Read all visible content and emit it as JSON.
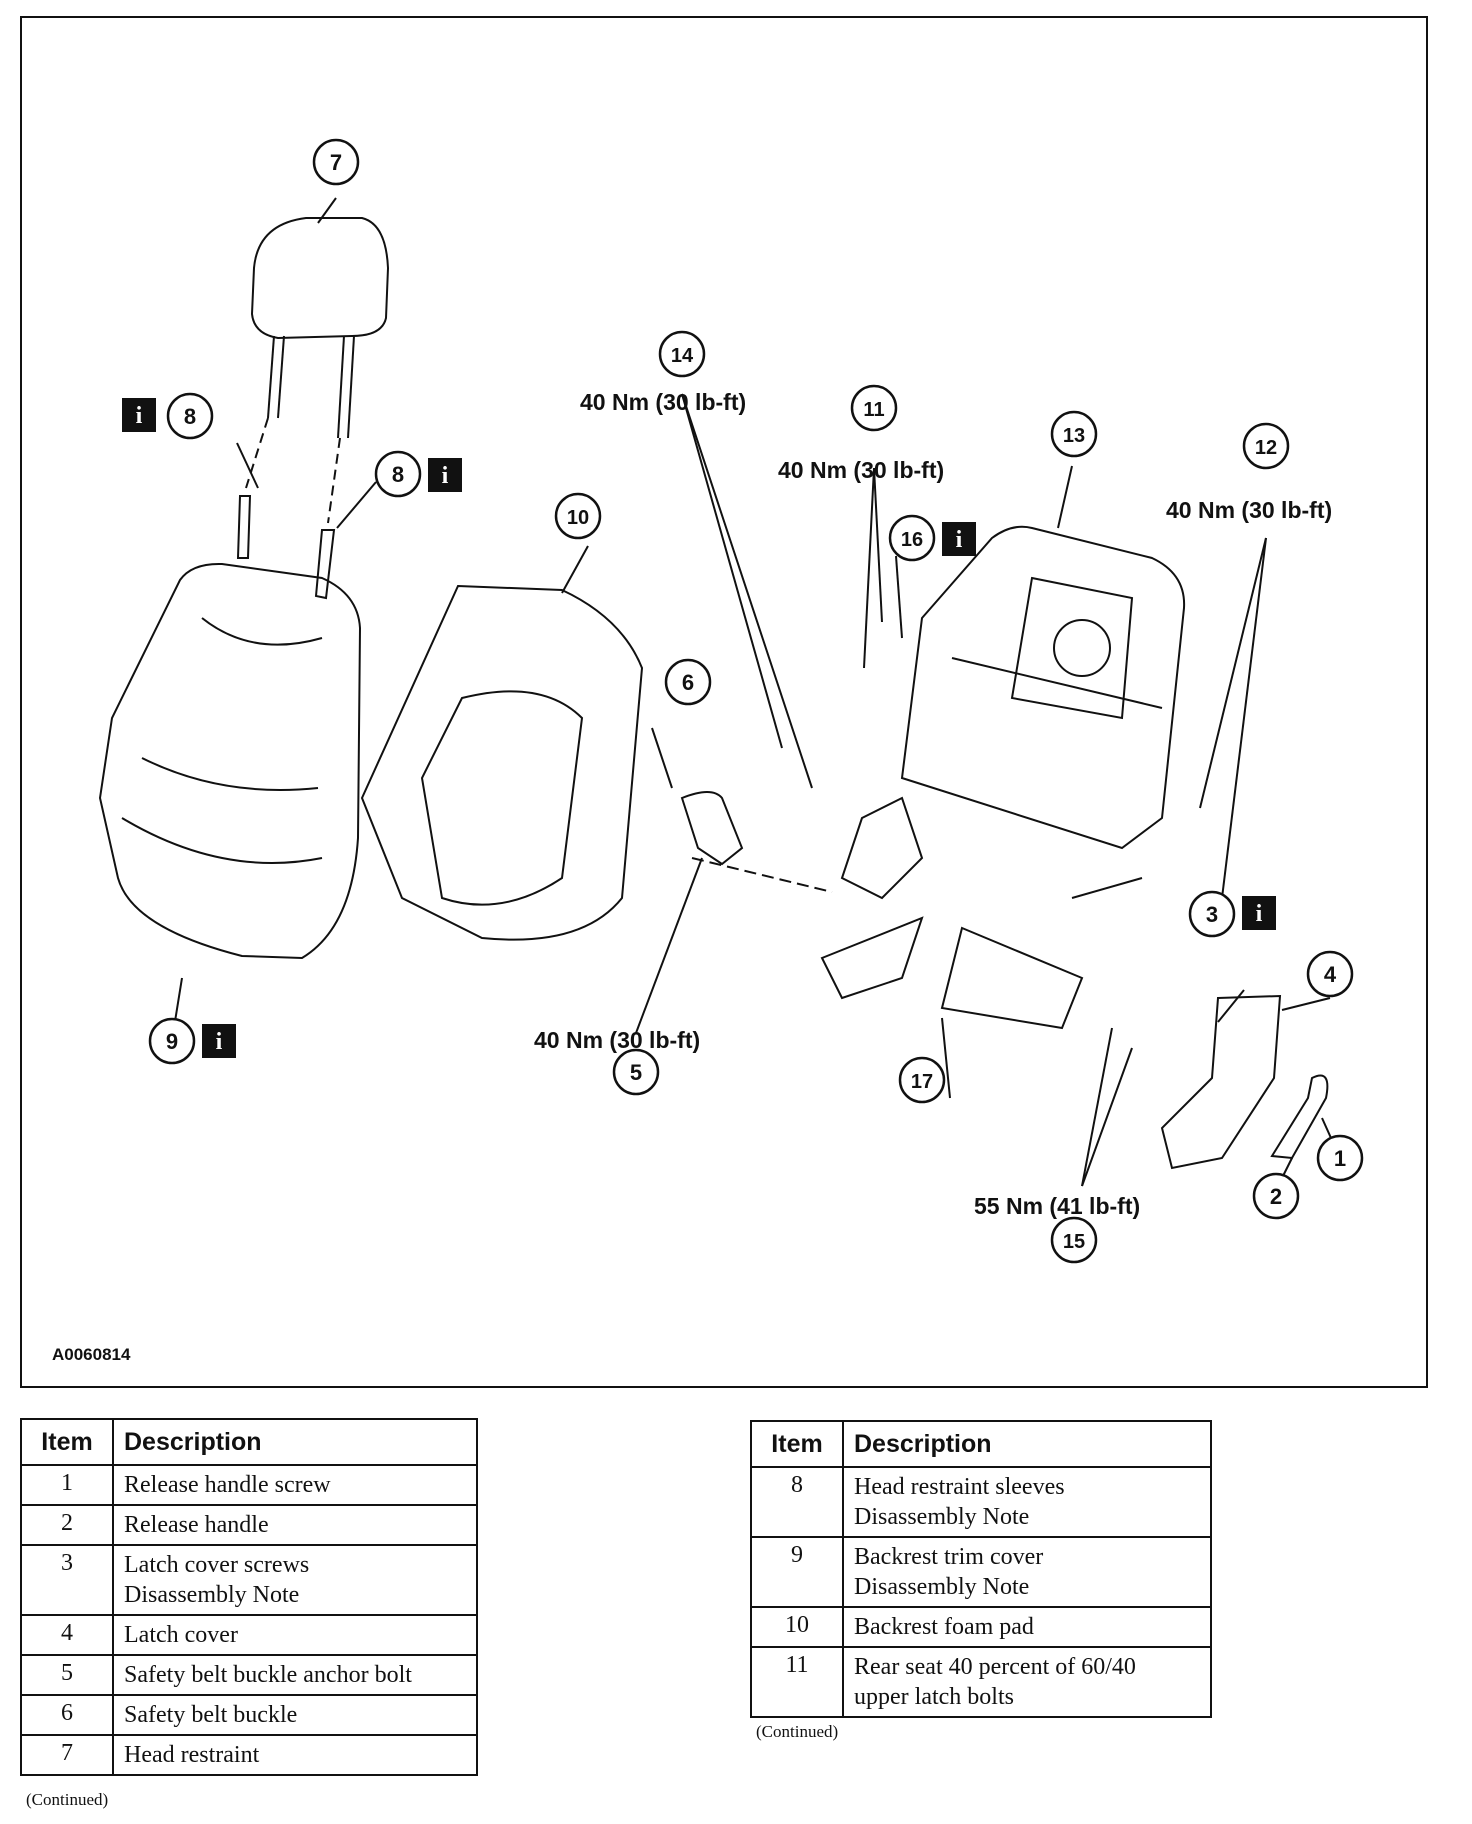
{
  "figure": {
    "id": "A0060814",
    "callouts": [
      "1",
      "2",
      "3",
      "4",
      "5",
      "6",
      "7",
      "8",
      "8",
      "9",
      "10",
      "11",
      "12",
      "13",
      "14",
      "15",
      "16",
      "17"
    ],
    "info_badge": "i",
    "torques": {
      "t14": "40 Nm (30 lb-ft)",
      "t11": "40 Nm (30 lb-ft)",
      "t12": "40 Nm (30 lb-ft)",
      "t5": "40 Nm (30 lb-ft)",
      "t15": "55 Nm (41 lb-ft)"
    }
  },
  "tables": {
    "left": {
      "headers": {
        "item": "Item",
        "description": "Description"
      },
      "rows": [
        {
          "item": "1",
          "lines": [
            "Release handle screw"
          ]
        },
        {
          "item": "2",
          "lines": [
            "Release handle"
          ]
        },
        {
          "item": "3",
          "lines": [
            "Latch cover screws",
            "Disassembly Note"
          ]
        },
        {
          "item": "4",
          "lines": [
            "Latch cover"
          ]
        },
        {
          "item": "5",
          "lines": [
            "Safety belt buckle anchor bolt"
          ]
        },
        {
          "item": "6",
          "lines": [
            "Safety belt buckle"
          ]
        },
        {
          "item": "7",
          "lines": [
            "Head restraint"
          ]
        }
      ],
      "continued": "(Continued)"
    },
    "right": {
      "headers": {
        "item": "Item",
        "description": "Description"
      },
      "rows": [
        {
          "item": "8",
          "lines": [
            "Head restraint sleeves",
            "Disassembly Note"
          ]
        },
        {
          "item": "9",
          "lines": [
            "Backrest trim cover",
            "Disassembly Note"
          ]
        },
        {
          "item": "10",
          "lines": [
            "Backrest foam pad"
          ]
        },
        {
          "item": "11",
          "lines": [
            "Rear seat 40 percent of 60/40",
            "upper latch bolts"
          ]
        }
      ],
      "continued": "(Continued)"
    }
  }
}
